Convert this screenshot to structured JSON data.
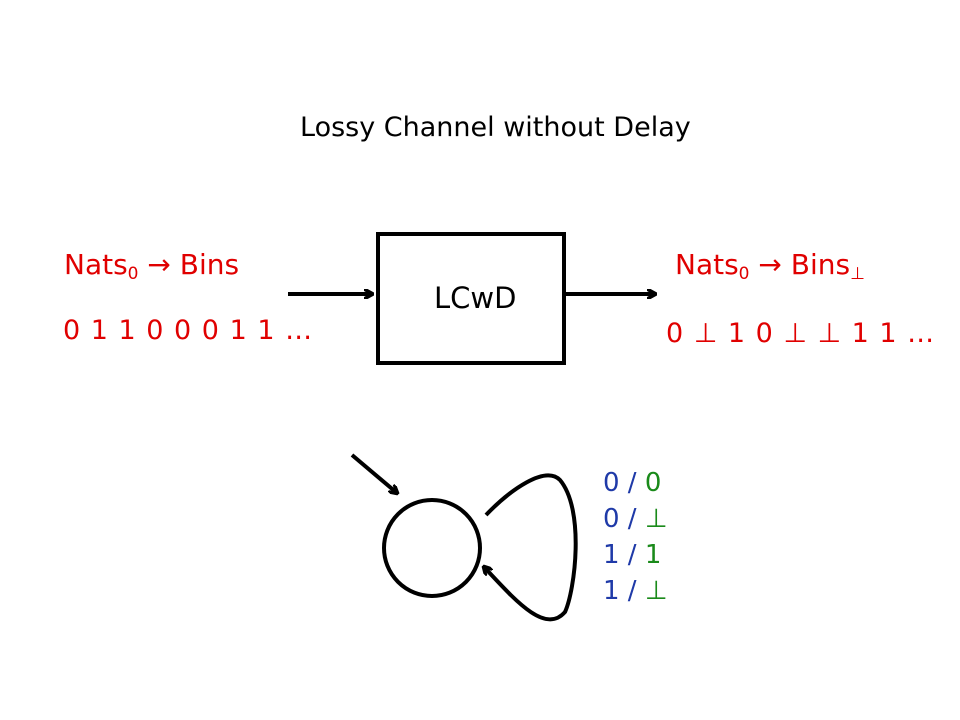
{
  "title": "Lossy Channel without Delay",
  "box_label": "LCwD",
  "input": {
    "type_prefix": "Nats",
    "type_sub": "0",
    "type_arrow": " → ",
    "type_target": "Bins",
    "sequence": "0 1 1 0 0 0 1 1 …"
  },
  "output": {
    "type_prefix": "Nats",
    "type_sub": "0",
    "type_arrow": " → ",
    "type_target": "Bins",
    "type_target_sub": "⊥",
    "sequence": "0 ⊥ 1 0 ⊥ ⊥ 1 1 …"
  },
  "transitions": [
    {
      "input": "0 /",
      "output": " 0"
    },
    {
      "input": "0 /",
      "output": " ⊥"
    },
    {
      "input": "1 /",
      "output": " 1"
    },
    {
      "input": "1 /",
      "output": " ⊥"
    }
  ],
  "colors": {
    "stream_text": "#e00000",
    "transition_input": "#1f3aa8",
    "transition_output": "#1a8a1a"
  }
}
